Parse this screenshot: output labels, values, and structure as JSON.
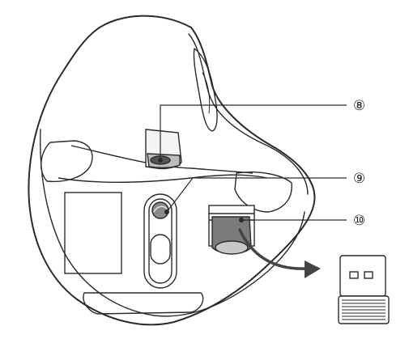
{
  "callouts": [
    {
      "id": "8",
      "label": "⑧"
    },
    {
      "id": "9",
      "label": "⑨"
    },
    {
      "id": "10",
      "label": "⑩"
    }
  ],
  "colors": {
    "line": "#2a2a2a",
    "receiver_fill": "#7b7b7b",
    "arrow": "#444444",
    "background": "#ffffff"
  },
  "icons": [
    "mouse-underside",
    "power-switch",
    "sensor",
    "receiver-slot",
    "usb-receiver",
    "arrow"
  ]
}
